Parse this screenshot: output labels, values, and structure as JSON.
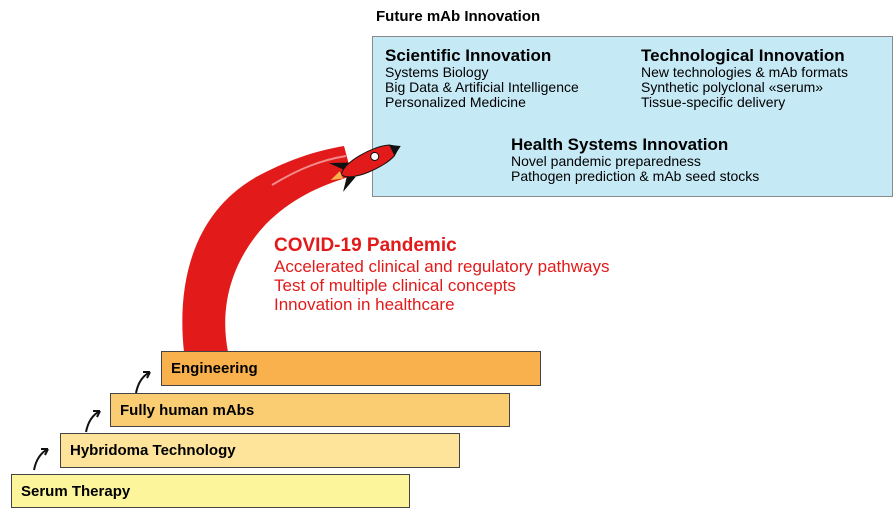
{
  "future": {
    "title": "Future mAb Innovation",
    "scientific": {
      "title": "Scientific Innovation",
      "items": [
        "Systems Biology",
        "Big Data & Artificial Intelligence",
        "Personalized Medicine"
      ]
    },
    "technological": {
      "title": "Technological Innovation",
      "items": [
        "New technologies & mAb formats",
        "Synthetic polyclonal «serum»",
        "Tissue-specific delivery"
      ]
    },
    "health": {
      "title": "Health Systems Innovation",
      "items": [
        "Novel pandemic preparedness",
        "Pathogen prediction & mAb seed stocks"
      ]
    }
  },
  "covid": {
    "title": "COVID-19 Pandemic",
    "items": [
      "Accelerated clinical and regulatory pathways",
      "Test of multiple clinical concepts",
      "Innovation in healthcare"
    ]
  },
  "steps": [
    {
      "label": "Serum Therapy",
      "color": "#fdf59b"
    },
    {
      "label": "Hybridoma Technology",
      "color": "#fde49a"
    },
    {
      "label": "Fully human mAbs",
      "color": "#fbcd72"
    },
    {
      "label": "Engineering",
      "color": "#f8b14c"
    }
  ],
  "colors": {
    "accent": "#e21a1a",
    "box": "#c6e9f6"
  }
}
